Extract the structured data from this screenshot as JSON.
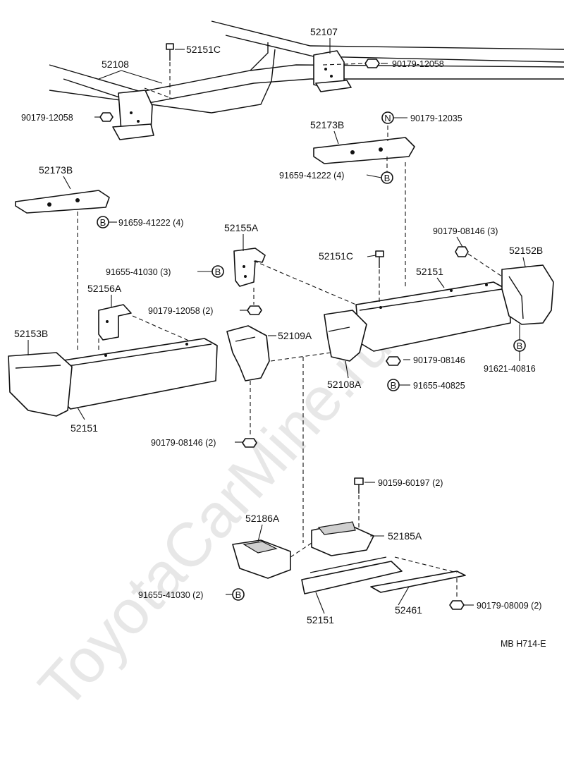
{
  "watermark": "ToyotaCarMine.ru",
  "diagram_ref": "MB  H714-E",
  "symbols": {
    "b": "B",
    "n": "N"
  },
  "labels": {
    "p52107": "52107",
    "p52151C_top": "52151C",
    "p52108": "52108",
    "n90179_12058_top_right": "90179-12058",
    "n90179_12058_top_left": "90179-12058",
    "n90179_12035": "90179-12035",
    "p52173B_right": "52173B",
    "n91659_41222_right": "91659-41222 (4)",
    "p52173B_left": "52173B",
    "n91659_41222_left": "91659-41222 (4)",
    "p52155A": "52155A",
    "n90179_08146_3": "90179-08146 (3)",
    "p52152B": "52152B",
    "n91655_41030_3": "91655-41030 (3)",
    "p52151C_mid": "52151C",
    "p52151_right": "52151",
    "p52156A": "52156A",
    "n90179_12058_2": "90179-12058 (2)",
    "p52153B": "52153B",
    "p52109A": "52109A",
    "n90179_08146": "90179-08146",
    "n91621_40816": "91621-40816",
    "p52108A": "52108A",
    "n91655_40825": "91655-40825",
    "p52151_left": "52151",
    "n90179_08146_2": "90179-08146 (2)",
    "n90159_60197": "90159-60197 (2)",
    "p52186A": "52186A",
    "p52185A": "52185A",
    "n91655_41030_2": "91655-41030 (2)",
    "p52151_bottom": "52151",
    "p52461": "52461",
    "n90179_08009": "90179-08009 (2)"
  }
}
